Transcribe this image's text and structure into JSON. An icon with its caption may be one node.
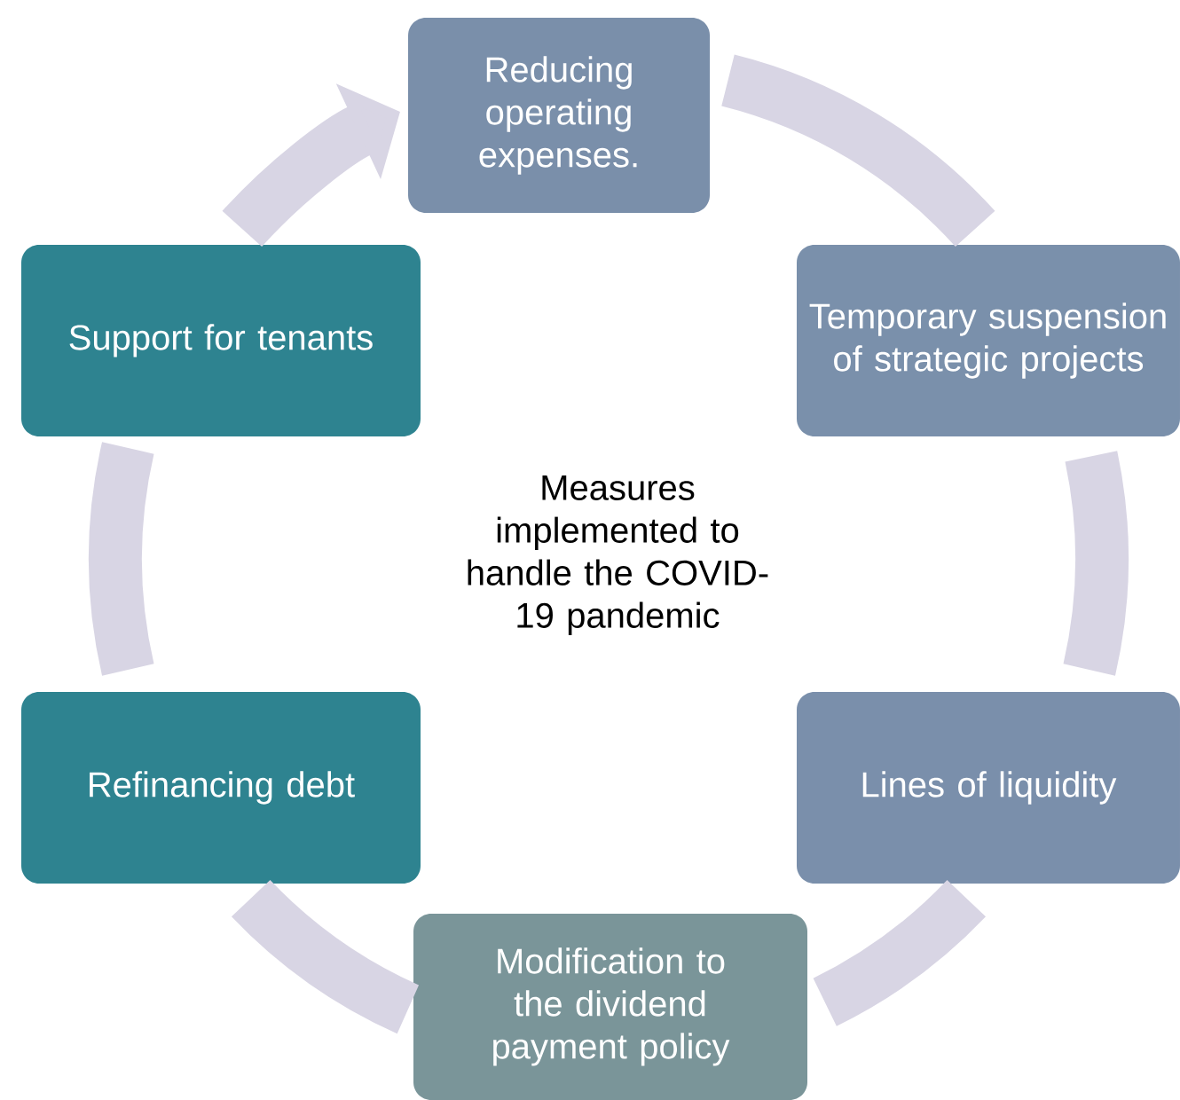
{
  "diagram": {
    "nodes": [
      {
        "text": [
          "Reducing operating expenses."
        ]
      },
      {
        "text": [
          "Temporary suspension of strategic projects"
        ]
      },
      {
        "text": [
          "Lines of liquidity"
        ]
      },
      {
        "text": [
          "Modification to the dividend payment policy"
        ]
      },
      {
        "text": [
          "Refinancing debt"
        ]
      },
      {
        "text": [
          "Support for tenants"
        ]
      }
    ],
    "edges": [
      {
        "from": 0,
        "to": 1,
        "arrow": "none"
      },
      {
        "from": 1,
        "to": 2,
        "arrow": "none"
      },
      {
        "from": 2,
        "to": 3,
        "arrow": "none"
      },
      {
        "from": 3,
        "to": 4,
        "arrow": "none"
      },
      {
        "from": 4,
        "to": 5,
        "arrow": "none"
      },
      {
        "from": 5,
        "to": 0,
        "arrow": "to"
      }
    ],
    "labels": [
      "Measures implemented to handle the COVID-19 pandemic"
    ]
  }
}
